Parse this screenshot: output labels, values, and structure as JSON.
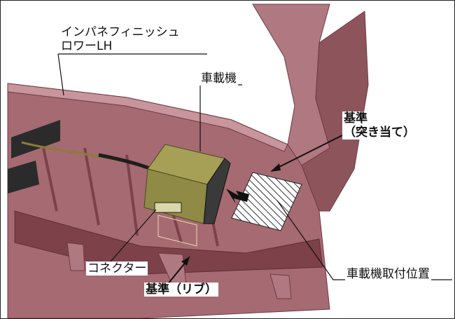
{
  "labels": {
    "panel_name_line1": "インパネフィニッシュ",
    "panel_name_line2": "ロワーLH",
    "onboard_unit": "車載機",
    "reference_line1": "基準",
    "reference_line2": "（突き当て）",
    "connector": "コネクター",
    "reference_rib": "基準（リブ）",
    "mounting_position": "車載機取付位置"
  },
  "colors": {
    "panel_fill": "#a66a72",
    "panel_dark": "#7c4149",
    "panel_light": "#c7959b",
    "unit_fill": "#8f8a45",
    "unit_face": "#3a3a3a",
    "leader": "#111111"
  }
}
